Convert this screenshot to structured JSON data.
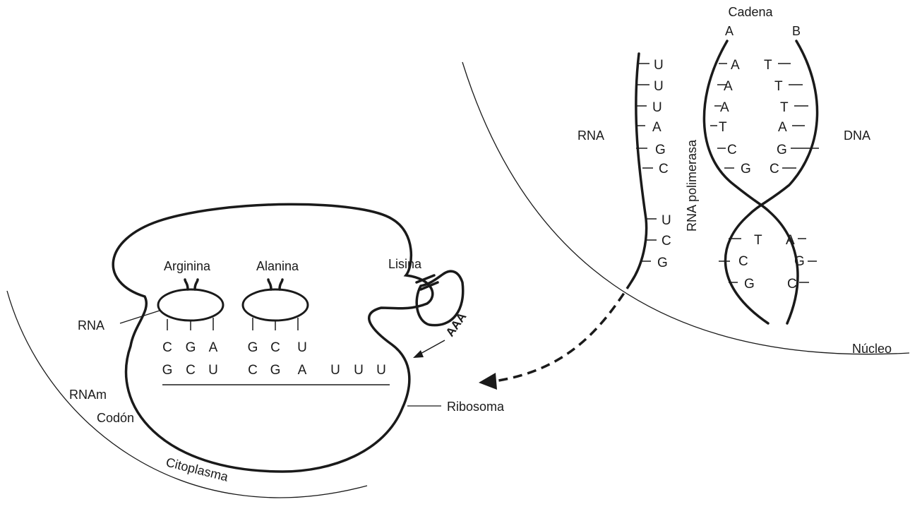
{
  "labels": {
    "cadena": "Cadena",
    "strand_a": "A",
    "strand_b": "B",
    "rna_left": "RNA",
    "rna_polimerasa": "RNA polimerasa",
    "dna": "DNA",
    "nucleo": "Núcleo",
    "arginina": "Arginina",
    "alanina": "Alanina",
    "lisina": "Lisina",
    "rna_trna": "RNA",
    "aaa": "AAA",
    "ribosoma": "Ribosoma",
    "rnam": "RNAm",
    "codon": "Codón",
    "citoplasma": "Citoplasma"
  },
  "rna_chain": [
    "U",
    "U",
    "U",
    "A",
    "G",
    "C",
    "U",
    "C",
    "G"
  ],
  "dna_strand_a_upper": [
    "A",
    "A",
    "A",
    "T",
    "C",
    "G"
  ],
  "dna_strand_b_upper": [
    "T",
    "T",
    "T",
    "A",
    "G",
    "C"
  ],
  "dna_strand_a_lower": [
    "T",
    "C",
    "G"
  ],
  "dna_strand_b_lower": [
    "A",
    "G",
    "C"
  ],
  "anticodons": [
    "C",
    "G",
    "A",
    "G",
    "C",
    "U"
  ],
  "mrna_sequence": [
    "G",
    "C",
    "U",
    "C",
    "G",
    "A",
    "U",
    "U",
    "U"
  ]
}
